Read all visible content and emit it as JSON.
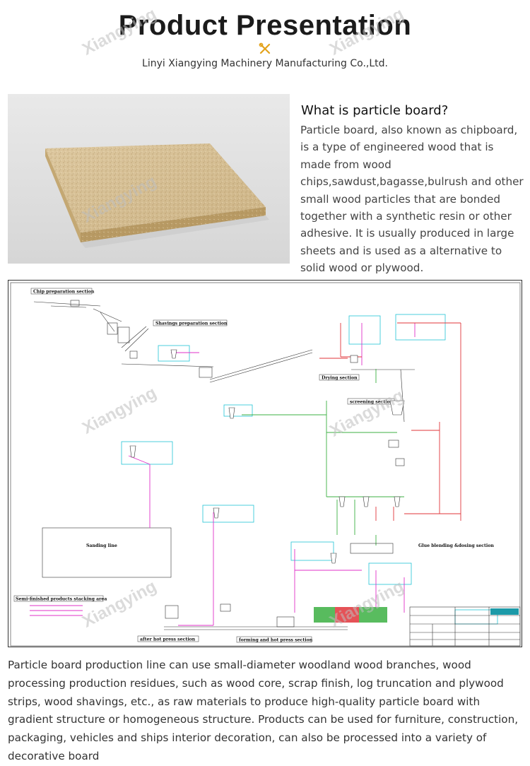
{
  "header": {
    "title": "Product Presentation",
    "subtitle": "Linyi Xiangying Machinery Manufacturing Co.,Ltd."
  },
  "intro": {
    "heading": "What is particle board?",
    "body": "Particle board, also known as chipboard, is a type of engineered wood that is made from wood chips,sawdust,bagasse,bulrush and other small wood particles that are bonded together with a synthetic resin or other adhesive. It is usually produced in large sheets and is used as a  alternative to solid wood or plywood."
  },
  "watermark": "Xiangying",
  "diagram": {
    "sections": {
      "chip": "Chip preparation section",
      "shavings": "Shavings preparation section",
      "drying": "Drying section",
      "screening": "screening section",
      "sanding": "Sanding line",
      "glue": "Glue blending &dosing section",
      "stacking": "Semi-finished products stacking area",
      "after_press": "after hot press section",
      "forming": "forming and hot press section"
    }
  },
  "footer": {
    "text": "Particle board production line can use small-diameter woodland wood branches, wood processing production residues, such as wood core, scrap finish, log truncation and plywood strips, wood shavings, etc., as raw materials to produce high-quality particle board with gradient structure or homogeneous structure. Products can be used for furniture, construction, packaging, vehicles and ships interior decoration, can also be processed into a variety of decorative board"
  },
  "colors": {
    "title": "#1b1b1b",
    "board_top": "#d8c39b",
    "board_edge": "#b89a64",
    "line_red": "#e0343a",
    "line_green": "#3cb043",
    "line_magenta": "#e030c8",
    "line_cyan": "#22c4d4"
  }
}
